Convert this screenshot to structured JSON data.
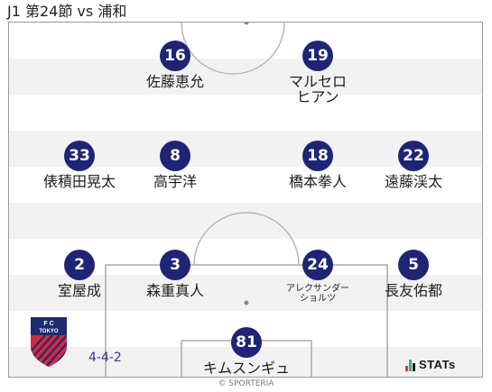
{
  "title": "J1 第24節 vs 浦和",
  "formation": "4-4-2",
  "copyright": "© SPORTERIA",
  "stats_logo": {
    "text": "STATs",
    "bar_colors": [
      "#e63329",
      "#2bb673",
      "#1a1a1a"
    ]
  },
  "crest": {
    "letters": "F  C",
    "name": "TOKYO",
    "colors": {
      "navy": "#1f2b6f",
      "red": "#d6293e"
    }
  },
  "colors": {
    "number_bg": "#1f2574",
    "number_text": "#ffffff"
  },
  "players": [
    {
      "number": "16",
      "name": "佐藤恵允"
    },
    {
      "number": "19",
      "name": "マルセロ\nヒアン"
    },
    {
      "number": "33",
      "name": "俵積田晃太"
    },
    {
      "number": "8",
      "name": "高宇洋"
    },
    {
      "number": "18",
      "name": "橋本拳人"
    },
    {
      "number": "22",
      "name": "遠藤渓太"
    },
    {
      "number": "2",
      "name": "室屋成"
    },
    {
      "number": "3",
      "name": "森重真人"
    },
    {
      "number": "24",
      "name": "アレクサンダー\nショルツ"
    },
    {
      "number": "5",
      "name": "長友佑都"
    },
    {
      "number": "81",
      "name": "キムスンギュ"
    }
  ]
}
